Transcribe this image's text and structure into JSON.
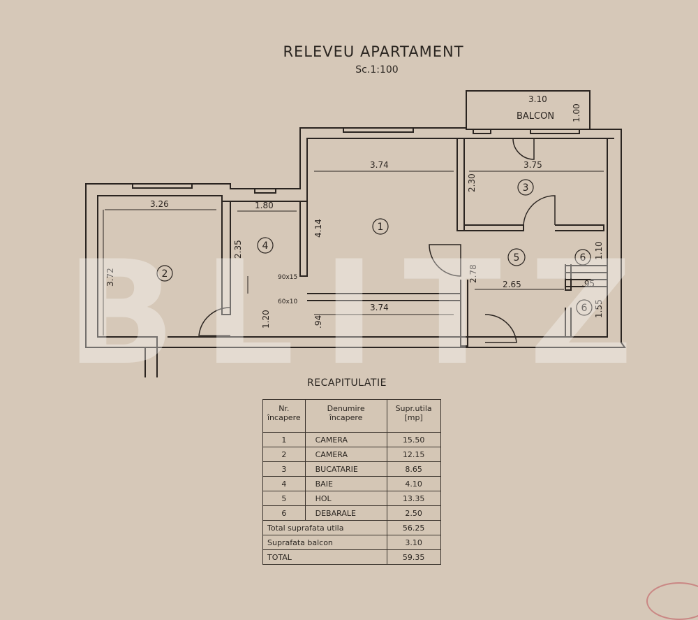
{
  "header": {
    "title": "RELEVEU APARTAMENT",
    "scale": "Sc.1:100"
  },
  "plan": {
    "balcony_label": "BALCON",
    "dimensions": {
      "balcony_w": "3.10",
      "balcony_h": "1.00",
      "r1_top": "3.74",
      "r1_h": "4.14",
      "r1_bottom": "3.74",
      "r1_low": ".94",
      "r2_w": "3.26",
      "r2_h": "3.72",
      "r3_w": "3.75",
      "r3_h": "2.30",
      "r4_w": "1.80",
      "r4_h": "2.35",
      "r4_low": "1.20",
      "r4_shower": "90x15",
      "r4_sink": "60x10",
      "r5_w": "2.65",
      "r5_h": "2.78",
      "r6a_h": "1.10",
      "r6_w": ".95",
      "r6b_h": "1.55"
    },
    "room_numbers": [
      "1",
      "2",
      "3",
      "4",
      "5",
      "6",
      "6"
    ]
  },
  "recap": {
    "title": "RECAPITULATIE",
    "headers": [
      "Nr. încapere",
      "Denumire încapere",
      "Supr.utila [mp]"
    ],
    "rows": [
      [
        "1",
        "CAMERA",
        "15.50"
      ],
      [
        "2",
        "CAMERA",
        "12.15"
      ],
      [
        "3",
        "BUCATARIE",
        "8.65"
      ],
      [
        "4",
        "BAIE",
        "4.10"
      ],
      [
        "5",
        "HOL",
        "13.35"
      ],
      [
        "6",
        "DEBARALE",
        "2.50"
      ]
    ],
    "totals": [
      [
        "Total suprafata utila",
        "56.25"
      ],
      [
        "Suprafata balcon",
        "3.10"
      ],
      [
        "TOTAL",
        "59.35"
      ]
    ]
  },
  "watermark": "BLITZ"
}
